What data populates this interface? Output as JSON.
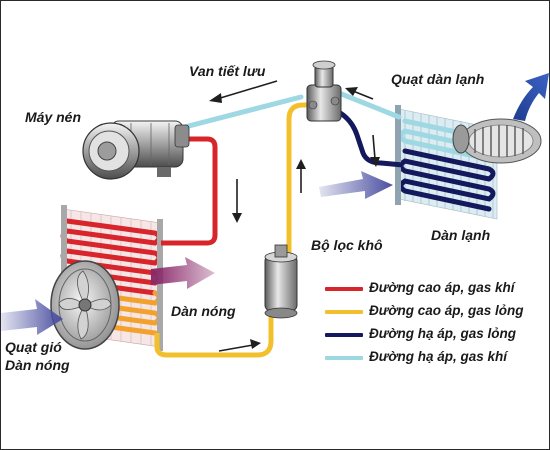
{
  "labels": {
    "compressor": "Máy nén",
    "expansion_valve": "Van tiết lưu",
    "evaporator_fan": "Quạt dàn lạnh",
    "filter_drier": "Bộ lọc khô",
    "evaporator": "Dàn lạnh",
    "condenser": "Dàn nóng",
    "condenser_fan_line1": "Quạt gió",
    "condenser_fan_line2": "Dàn nóng"
  },
  "legend": [
    {
      "text": "Đường cao áp, gas khí",
      "color": "#d8242b"
    },
    {
      "text": "Đường cao áp, gas lỏng",
      "color": "#f2c02c"
    },
    {
      "text": "Đường hạ áp, gas lỏng",
      "color": "#14185c"
    },
    {
      "text": "Đường hạ áp, gas khí",
      "color": "#9ed8e2"
    }
  ],
  "colors": {
    "high_pressure_gas": "#d8242b",
    "high_pressure_liquid": "#f2c02c",
    "low_pressure_liquid": "#14185c",
    "low_pressure_gas": "#9ed8e2",
    "air_flow_in": "#4a4fa0",
    "hot_air_out": "#8a2a6a"
  }
}
